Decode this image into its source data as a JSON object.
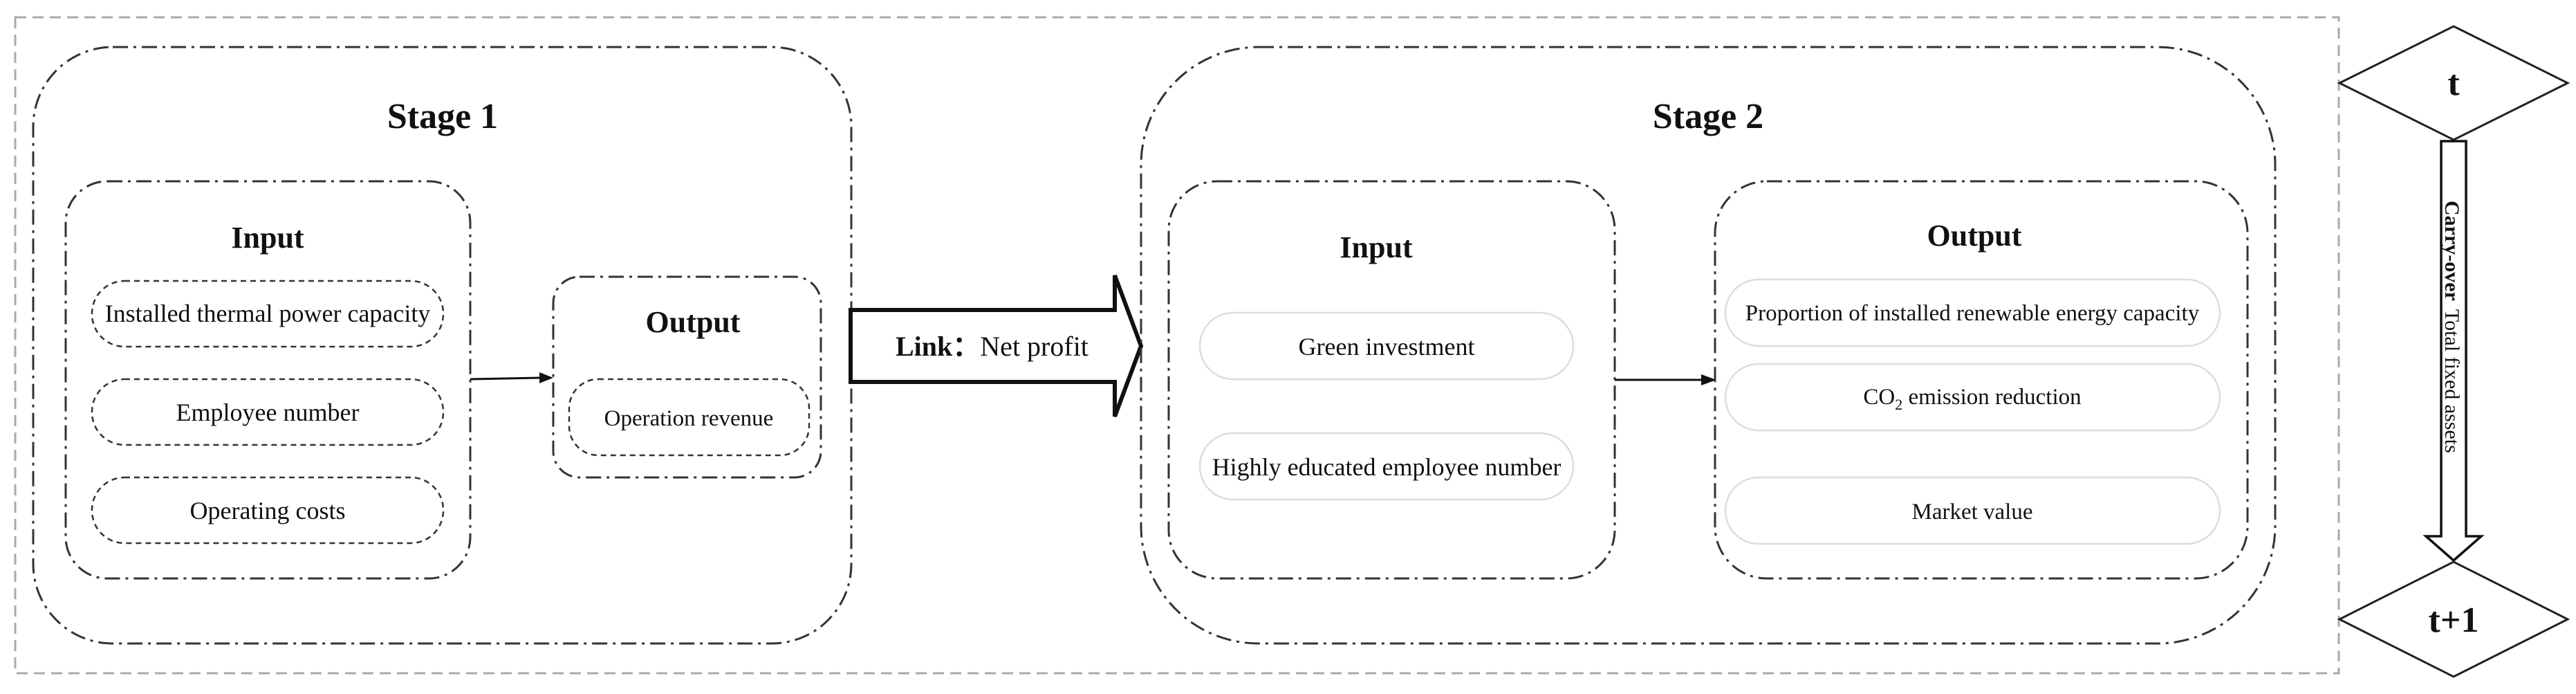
{
  "stage1": {
    "title": "Stage 1",
    "input": {
      "title": "Input",
      "items": [
        "Installed thermal power capacity",
        "Employee number",
        "Operating costs"
      ]
    },
    "output": {
      "title": "Output",
      "items": [
        "Operation revenue"
      ]
    }
  },
  "link": {
    "label": "Link：",
    "value": "Net profit"
  },
  "stage2": {
    "title": "Stage 2",
    "input": {
      "title": "Input",
      "items": [
        "Green investment",
        "Highly educated employee number"
      ]
    },
    "output": {
      "title": "Output",
      "items": [
        "Proportion of installed renewable energy capacity",
        "emission reduction",
        "Market value"
      ],
      "co2": {
        "base": "CO",
        "sub": "2"
      }
    }
  },
  "time": {
    "t": "t",
    "t_next": "t+1",
    "carryover_label": "Carry-over",
    "carryover_value": "Total fixed assets"
  }
}
